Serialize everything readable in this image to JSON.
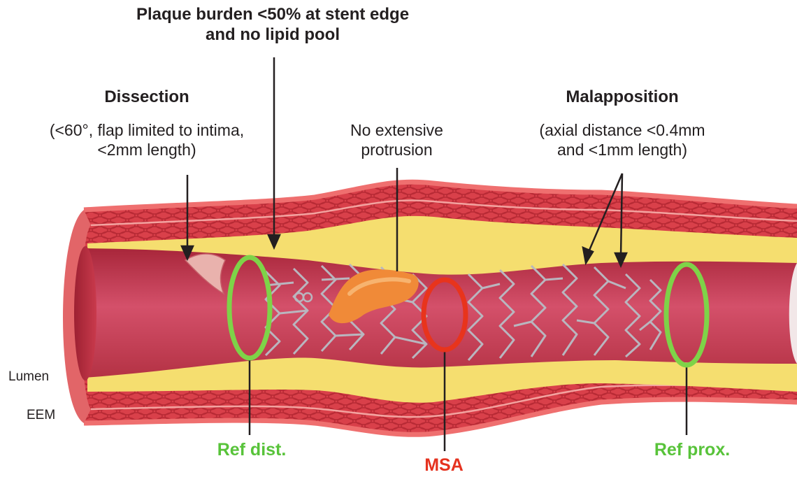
{
  "labels": {
    "plaque_line1": "Plaque burden <50% at stent edge",
    "plaque_line2": "and no lipid pool",
    "dissection_title": "Dissection",
    "dissection_line1": "(<60°, flap limited to intima,",
    "dissection_line2": "<2mm length)",
    "protrusion_line1": "No extensive",
    "protrusion_line2": "protrusion",
    "malapposition_title": "Malapposition",
    "malapposition_line1": "(axial distance <0.4mm",
    "malapposition_line2": "and <1mm length)",
    "lumen": "Lumen",
    "eem": "EEM",
    "ref_dist": "Ref dist.",
    "msa": "MSA",
    "ref_prox": "Ref prox."
  },
  "colors": {
    "ref_ring": "#7ed348",
    "msa_ring": "#e8341c",
    "outer_wall": "#d9404a",
    "plaque_layer": "#f5de6f",
    "lumen": "#c93846",
    "stent_strut": "#b9b6bf",
    "protrusion": "#f08a38",
    "text": "#231f20",
    "ref_text": "#58c33a",
    "msa_text": "#e5321f"
  }
}
